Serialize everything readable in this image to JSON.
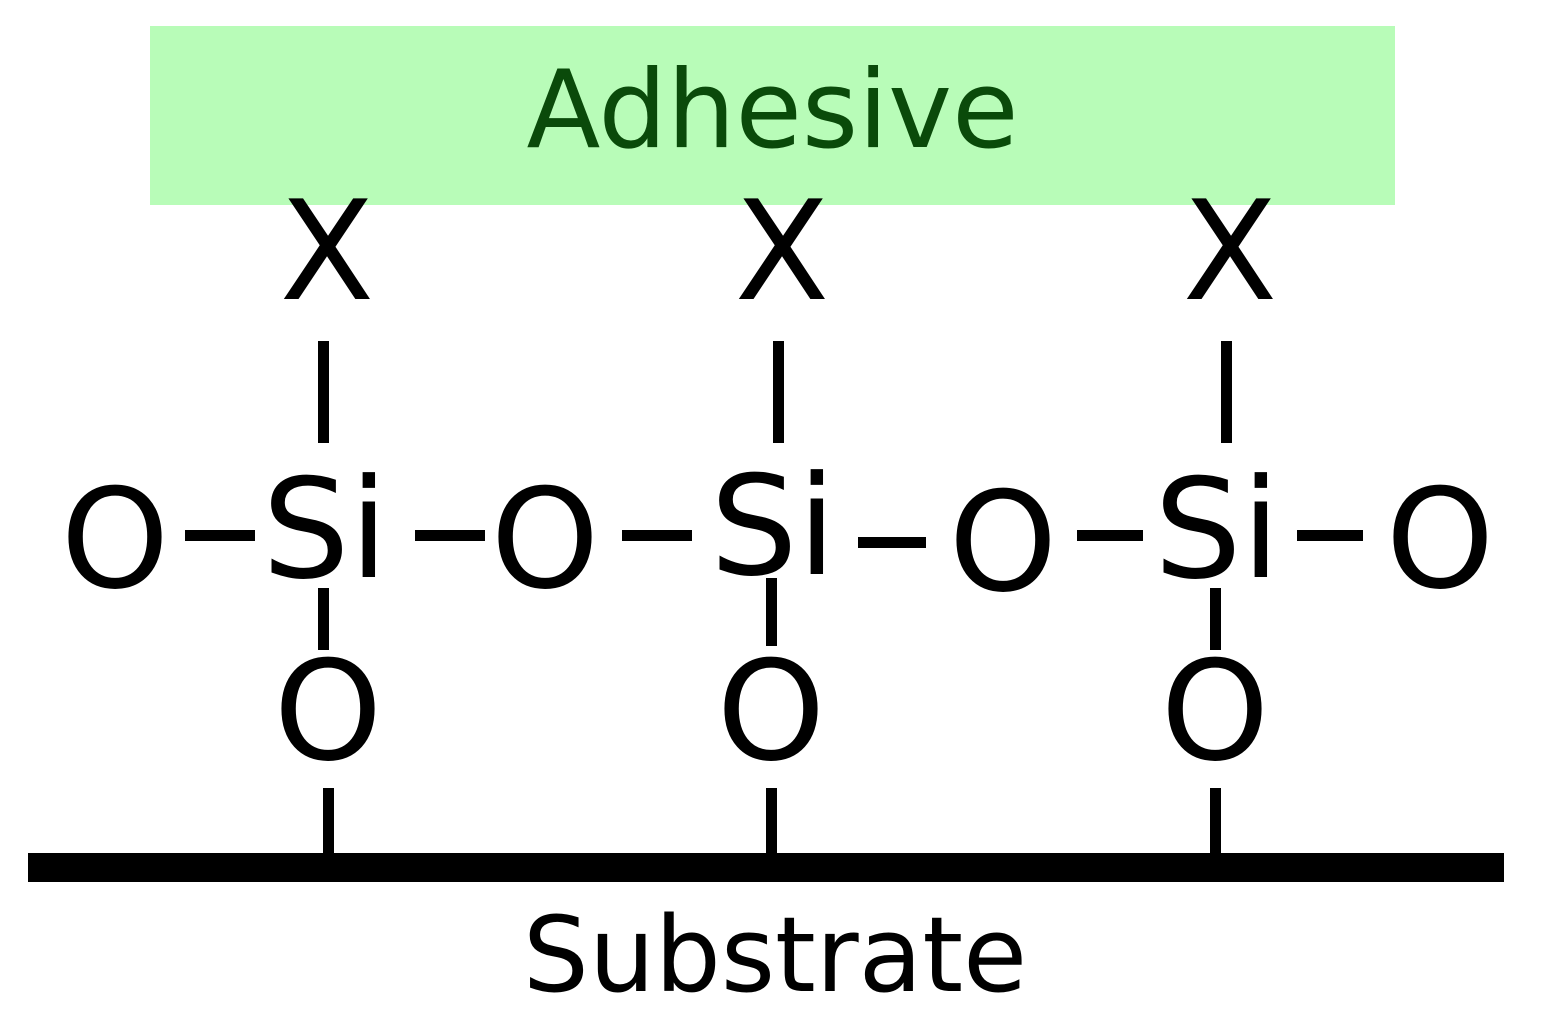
{
  "colors": {
    "adhesive_fill": "#b8fcb8",
    "adhesive_text": "#0a4a0a",
    "ink": "#000000"
  },
  "adhesive": {
    "label": "Adhesive"
  },
  "units": [
    {
      "top_group": "X",
      "center_atom": "Si",
      "bottom_atom": "O"
    },
    {
      "top_group": "X",
      "center_atom": "Si",
      "bottom_atom": "O"
    },
    {
      "top_group": "X",
      "center_atom": "Si",
      "bottom_atom": "O"
    }
  ],
  "chain_oxygens": [
    "O",
    "O",
    "O",
    "O"
  ],
  "substrate": {
    "label": "Substrate"
  }
}
